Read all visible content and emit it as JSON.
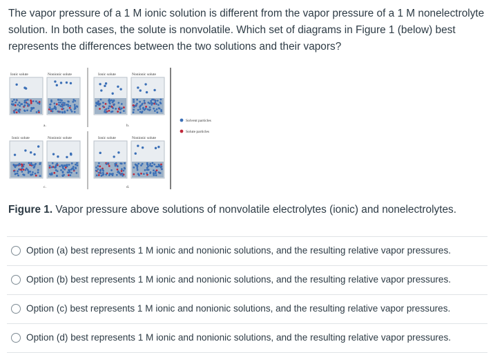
{
  "question": {
    "text": "The vapor pressure of a 1 M ionic solution is different from the vapor pressure of a 1 M nonelectrolyte solution. In both cases, the solute is nonvolatile. Which set of diagrams in Figure 1 (below) best represents the differences between the two solutions and their vapors?"
  },
  "figure": {
    "ionic_label": "Ionic solute",
    "nonionic_label": "Nonionic solute",
    "panel_letters": [
      "a.",
      "b.",
      "c.",
      "d."
    ],
    "legend": {
      "solvent": "Solvent particles",
      "solute": "Solute particles",
      "solvent_color": "#3b6fb6",
      "solute_color": "#c0283a"
    },
    "caption_bold": "Figure 1.",
    "caption_text": " Vapor pressure above solutions of nonvolatile electrolytes (ionic) and nonelectrolytes."
  },
  "options": [
    {
      "label": "Option (a) best represents 1 M ionic and nonionic solutions, and the resulting relative vapor pressures."
    },
    {
      "label": "Option (b) best represents 1 M ionic and nonionic solutions, and the resulting relative vapor pressures."
    },
    {
      "label": "Option (c) best represents 1 M ionic and nonionic solutions, and the resulting relative vapor pressures."
    },
    {
      "label": "Option (d) best represents 1 M ionic and nonionic solutions, and the resulting relative vapor pressures."
    }
  ]
}
